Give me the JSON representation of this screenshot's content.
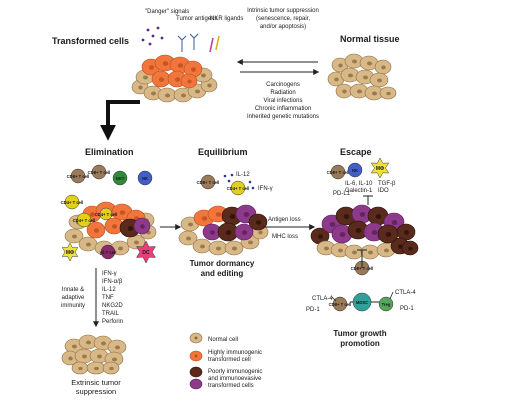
{
  "colors": {
    "normal_cell": "#d8b887",
    "immunogenic_cell": "#f2763c",
    "poorly_immunogenic_dark": "#5a2a1c",
    "poorly_immunogenic_purple": "#8e3a8a",
    "cd4": "#e3d01a",
    "cd8": "#9a7a58",
    "nk": "#3f5ec9",
    "nkt": "#2f8a3a",
    "dc": "#e83f7a",
    "mphi": "#f0e23a",
    "mdsc": "#2fa09a",
    "treg": "#55a85a"
  },
  "top": {
    "transformed_title": "Transformed cells",
    "danger": "\"Danger\" signals",
    "tumor_antigens": "Tumor antigens",
    "nkr_ligands": "NKR ligands",
    "intrinsic": [
      "Intrinsic tumor suppression",
      "(senescence, repair,",
      "and/or apoptosis)"
    ],
    "normal_title": "Normal tissue",
    "causes": [
      "Carcinogens",
      "Radiation",
      "Viral infections",
      "Chronic inflammation",
      "Inherited genetic mutations"
    ]
  },
  "phases": {
    "elimination": "Elimination",
    "equilibrium": "Equilibrium",
    "escape": "Escape"
  },
  "cells": {
    "cd8": "CD8+ T cell",
    "cd4": "CD4+ T cell",
    "nkt": "NKT",
    "nk": "NK",
    "gd": "γδ T cell",
    "dc": "DC",
    "mphi": "MΦ",
    "mdsc": "MDSC",
    "treg": "Treg"
  },
  "elimination": {
    "innate": [
      "Innate &",
      "adaptive",
      "immunity"
    ],
    "mediators": [
      "IFN-γ",
      "IFN-α/β",
      "IL-12",
      "TNF",
      "NKG2D",
      "TRAIL",
      "Perforin"
    ],
    "extrinsic": [
      "Extrinsic tumor",
      "suppression"
    ]
  },
  "equilibrium": {
    "il12": "IL-12",
    "ifng": "IFN-γ",
    "antigen_loss": "Antigen loss",
    "mhc_loss": "MHC loss",
    "dormancy": [
      "Tumor dormancy",
      "and editing"
    ]
  },
  "escape": {
    "pdl1": "PD-L1",
    "cytokines": [
      "IL-6, IL-10",
      "Galectin-1"
    ],
    "tgf": [
      "TGF-β",
      "IDO"
    ],
    "ctla4_left": "CTLA-4",
    "ctla4_right": "CTLA-4",
    "pd1_left": "PD-1",
    "pd1_right": "PD-1",
    "promotion": [
      "Tumor growth",
      "promotion"
    ]
  },
  "legend": {
    "normal": "Normal cell",
    "immunogenic": [
      "Highly immunogenic",
      "transformed cell"
    ],
    "poorly": [
      "Poorly immunogenic",
      "and immunoevasive",
      "transformed cells"
    ]
  }
}
